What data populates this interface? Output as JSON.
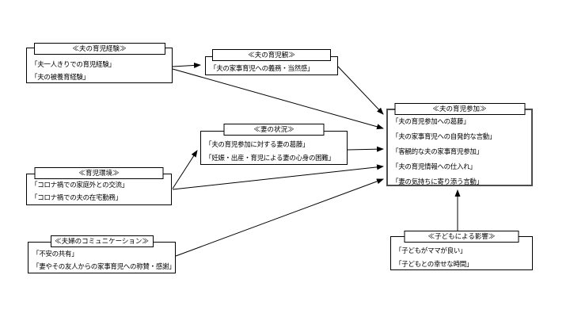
{
  "diagram": {
    "background_color": "#ffffff",
    "line_color": "#000000",
    "emphasized_box_border_color": "#4d4d4d",
    "boxes": [
      {
        "id": "husband-childcare-experience",
        "title": "≪夫の育児経験≫",
        "items": [
          "「夫一人きりでの育児経験」",
          "「夫の被養育経験」"
        ]
      },
      {
        "id": "husband-childcare-view",
        "title": "≪夫の育児観≫",
        "items": [
          "「夫の家事育児への義務・当然感」"
        ]
      },
      {
        "id": "wife-situation",
        "title": "≪妻の状況≫",
        "items": [
          "「夫の育児参加に対する妻の葛藤」",
          "「妊娠・出産・育児による妻の心身の困難」"
        ]
      },
      {
        "id": "childcare-environment",
        "title": "≪育児環境≫",
        "items": [
          "「コロナ禍での家庭外との交流」",
          "「コロナ禍での夫の在宅勤務」"
        ]
      },
      {
        "id": "couple-communication",
        "title": "≪夫婦のコミュニケーション≫",
        "items": [
          "「不安の共有」",
          "「妻やその友人からの家事育児への称賛・感謝」"
        ]
      },
      {
        "id": "husband-childcare-participation",
        "title": "≪夫の育児参加≫",
        "items": [
          "「夫の育児参加への葛藤」",
          "「夫の家事育児への自発的な言動」",
          "「客観的な夫の家事育児参加」",
          "「夫の育児情報への仕入れ」",
          "「妻の気持ちに寄り添う言動」"
        ]
      },
      {
        "id": "influence-of-children",
        "title": "≪子どもによる影響≫",
        "items": [
          "「子どもがママが良い」",
          "「子どもとの幸せな時間」"
        ]
      }
    ],
    "edges": [
      {
        "from": "夫の育児経験",
        "to": "夫の育児観"
      },
      {
        "from": "夫の育児経験",
        "to": "夫の育児参加"
      },
      {
        "from": "夫の育児観",
        "to": "夫の育児参加"
      },
      {
        "from": "妻の状況",
        "to": "夫の育児参加"
      },
      {
        "from": "育児環境",
        "to": "妻の状況"
      },
      {
        "from": "育児環境",
        "to": "夫の育児参加"
      },
      {
        "from": "夫婦のコミュニケーション",
        "to": "夫の育児参加"
      },
      {
        "from": "子どもによる影響",
        "to": "夫の育児参加"
      }
    ]
  }
}
